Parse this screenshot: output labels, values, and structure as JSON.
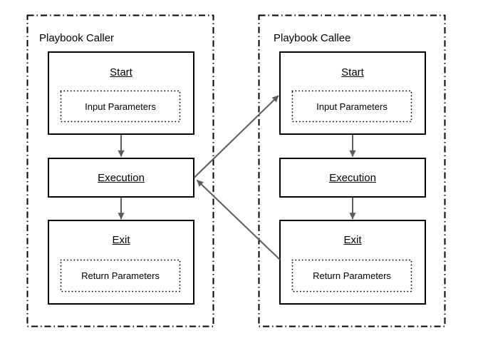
{
  "diagram": {
    "colors": {
      "background": "#ffffff",
      "border": "#000000",
      "arrow": "#5c5c5c",
      "text": "#000000"
    },
    "containers": [
      {
        "id": "caller",
        "title": "Playbook Caller",
        "nodes": [
          {
            "id": "start",
            "label": "Start",
            "param": "Input Parameters"
          },
          {
            "id": "execution",
            "label": "Execution"
          },
          {
            "id": "exit",
            "label": "Exit",
            "param": "Return Parameters"
          }
        ]
      },
      {
        "id": "callee",
        "title": "Playbook Callee",
        "nodes": [
          {
            "id": "start",
            "label": "Start",
            "param": "Input Parameters"
          },
          {
            "id": "execution",
            "label": "Execution"
          },
          {
            "id": "exit",
            "label": "Exit",
            "param": "Return Parameters"
          }
        ]
      }
    ],
    "connections": [
      {
        "from": "caller.start",
        "to": "caller.execution"
      },
      {
        "from": "caller.execution",
        "to": "caller.exit"
      },
      {
        "from": "callee.start",
        "to": "callee.execution"
      },
      {
        "from": "callee.execution",
        "to": "callee.exit"
      },
      {
        "from": "caller.execution",
        "to": "callee.start"
      },
      {
        "from": "callee.exit",
        "to": "caller.execution"
      }
    ]
  }
}
